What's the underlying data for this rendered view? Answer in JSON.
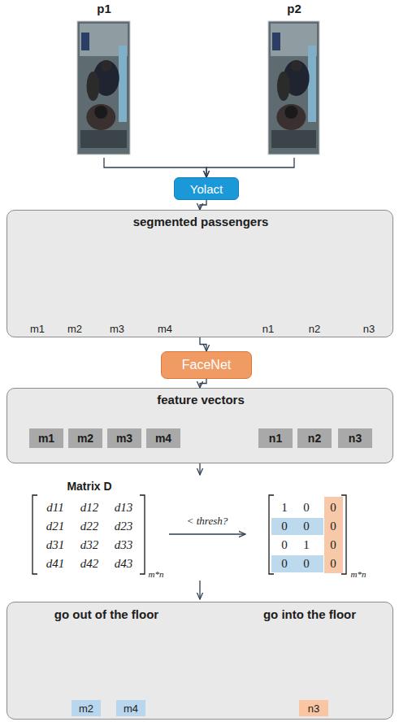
{
  "diagram": {
    "nodes": [
      {
        "text": [
          "p1"
        ]
      },
      {
        "text": [
          "p2"
        ]
      },
      {
        "text": [
          "Yolact"
        ]
      },
      {
        "text": [
          "segmented passengers",
          "m1",
          "m2",
          "m3",
          "m4",
          "n1",
          "n2",
          "n3"
        ]
      },
      {
        "text": [
          "FaceNet"
        ]
      },
      {
        "text": [
          "feature vectors"
        ]
      },
      {
        "text": [
          "m1"
        ],
        "in": 5
      },
      {
        "text": [
          "m2"
        ],
        "in": 5
      },
      {
        "text": [
          "m3"
        ],
        "in": 5
      },
      {
        "text": [
          "m4"
        ],
        "in": 5
      },
      {
        "text": [
          "n1"
        ],
        "in": 5
      },
      {
        "text": [
          "n2"
        ],
        "in": 5
      },
      {
        "text": [
          "n3"
        ],
        "in": 5
      },
      {
        "text": [
          "go out of the floor",
          "go into the floor"
        ]
      },
      {
        "text": [
          "m2"
        ],
        "in": 13
      },
      {
        "text": [
          "m4"
        ],
        "in": 13
      },
      {
        "text": [
          "n3"
        ],
        "in": 13
      }
    ],
    "edges": [
      {
        "from": 0,
        "to": 2,
        "arrow": "to"
      },
      {
        "from": 1,
        "to": 2,
        "arrow": "to"
      },
      {
        "from": 2,
        "to": 3,
        "arrow": "to"
      },
      {
        "from": 3,
        "to": 4,
        "arrow": "to"
      },
      {
        "from": 4,
        "to": 5,
        "arrow": "to"
      }
    ],
    "labels": [
      "Matrix D",
      "d11",
      "d12",
      "d13",
      "d21",
      "d22",
      "d23",
      "d31",
      "d32",
      "d33",
      "d41",
      "d42",
      "d43",
      "m*n",
      "< thresh?",
      "1",
      "0",
      "0",
      "0",
      "0",
      "0",
      "0",
      "1",
      "0",
      "0",
      "0",
      "0",
      "m*n"
    ]
  }
}
